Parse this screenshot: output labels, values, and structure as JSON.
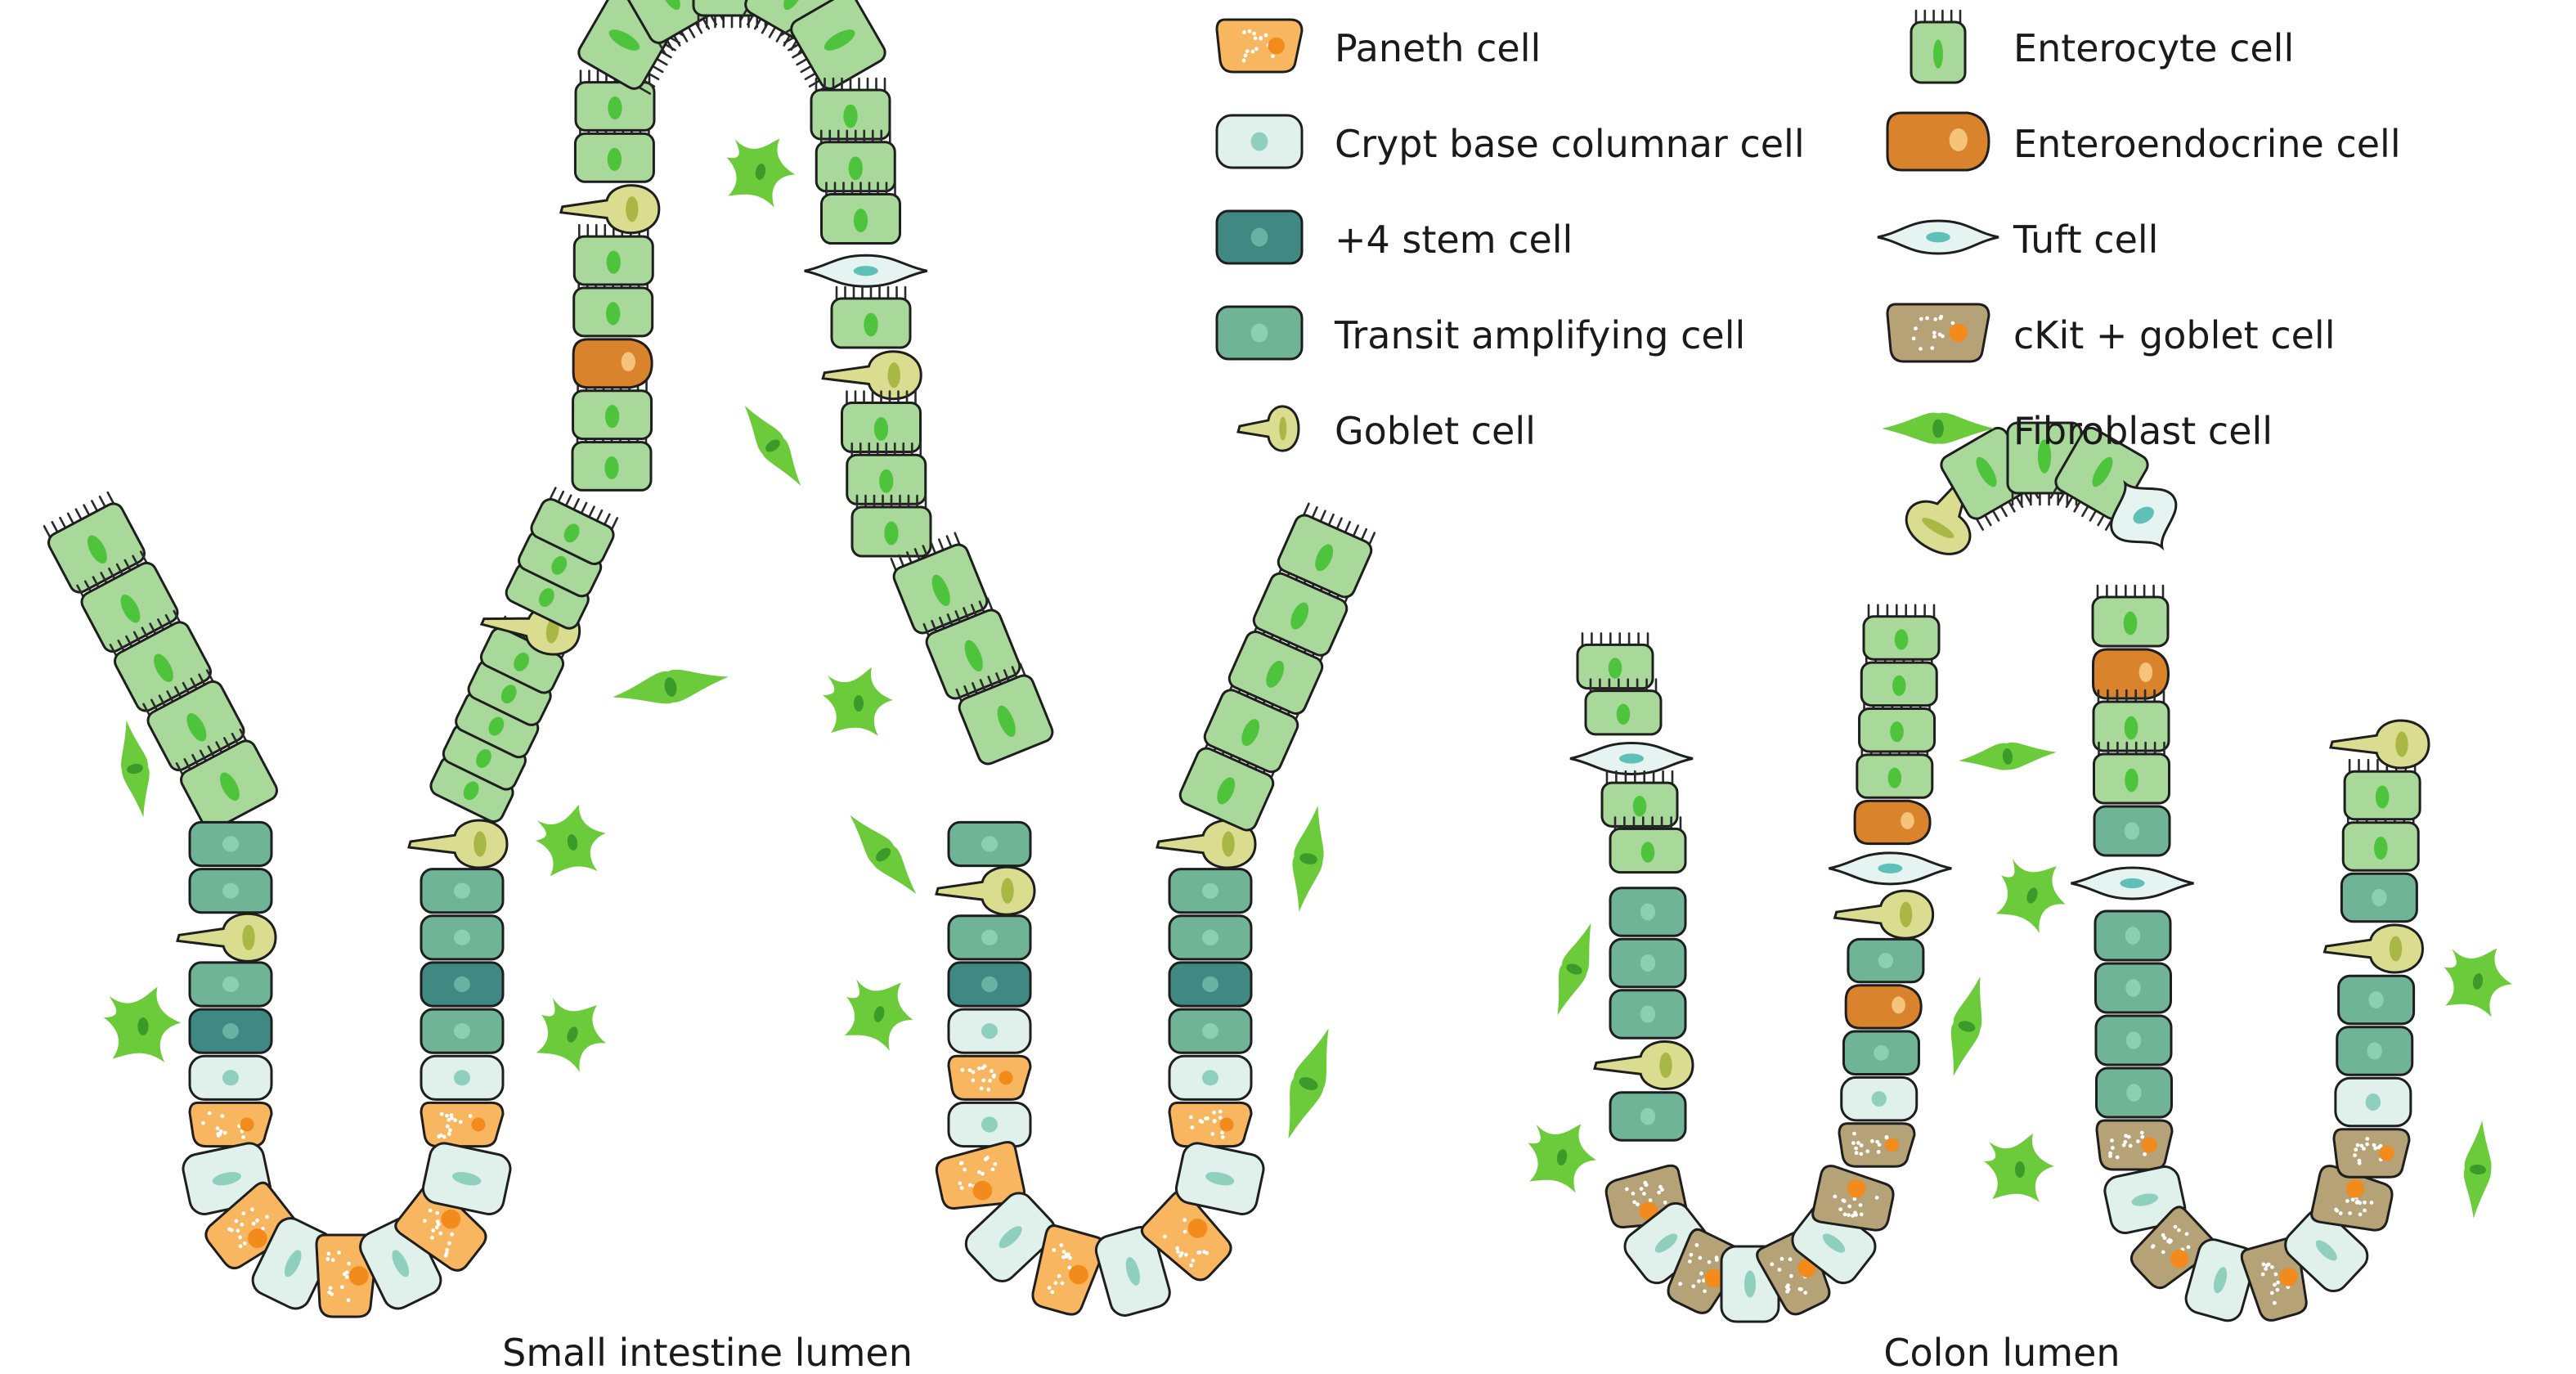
{
  "colors": {
    "paneth": "#f7b65f",
    "paneth_nucleus": "#f28a1c",
    "cbc": "#dff1ea",
    "cbc_nucleus": "#8fd0bd",
    "stem": "#3f8982",
    "stem_nucleus": "#67b2a2",
    "ta": "#6fb497",
    "ta_nucleus": "#8cd0b4",
    "goblet": "#dadd8f",
    "goblet_nucleus": "#a9b845",
    "enterocyte": "#a8d89a",
    "enterocyte_nucleus": "#4ec43c",
    "enteroendocrine": "#d9832c",
    "enteroendocrine_nucleus": "#f5c37a",
    "tuft": "#e6f4f1",
    "tuft_nucleus": "#5fc0b8",
    "ckit": "#b6a277",
    "ckit_nucleus": "#f28a1c",
    "fibroblast": "#6ccb3a"
  },
  "legend": [
    {
      "label": "Paneth cell",
      "icon": "paneth-icon",
      "type": "paneth"
    },
    {
      "label": "Crypt base columnar cell",
      "icon": "cbc-icon",
      "type": "cbc"
    },
    {
      "label": "+4 stem cell",
      "icon": "stem-icon",
      "type": "stem"
    },
    {
      "label": "Transit amplifying cell",
      "icon": "ta-icon",
      "type": "ta"
    },
    {
      "label": "Goblet cell",
      "icon": "goblet-icon",
      "type": "goblet"
    },
    {
      "label": "Enterocyte cell",
      "icon": "enterocyte-icon",
      "type": "enterocyte"
    },
    {
      "label": "Enteroendocrine cell",
      "icon": "enteroendocrine-icon",
      "type": "enteroendocrine"
    },
    {
      "label": "Tuft cell",
      "icon": "tuft-icon",
      "type": "tuft"
    },
    {
      "label": "cKit + goblet cell",
      "icon": "ckit-icon",
      "type": "ckit"
    },
    {
      "label": "Fibroblast cell",
      "icon": "fibroblast-icon",
      "type": "fibroblast"
    }
  ],
  "captions": {
    "small_intestine": "Small intestine lumen",
    "colon": "Colon lumen"
  }
}
